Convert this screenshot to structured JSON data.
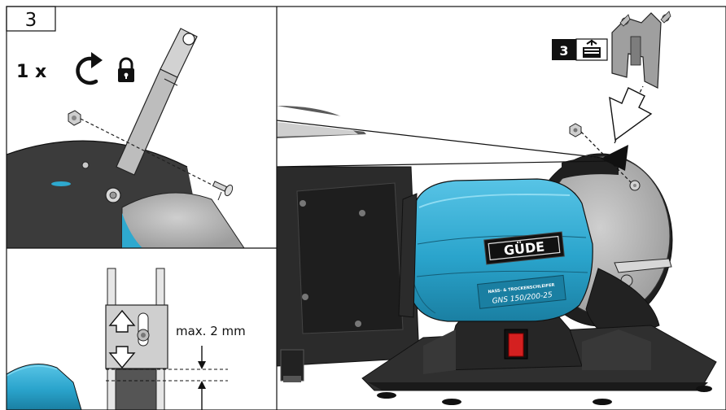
{
  "step": {
    "number": "3"
  },
  "instruction": {
    "count": "1 x"
  },
  "parts_badge": {
    "number": "3"
  },
  "adjustment": {
    "label": "max. 2 mm"
  },
  "machine": {
    "brand": "GÜDE",
    "plate_line1": "NASS- & TROCKENSCHLEIFER",
    "plate_line2": "GNS 150/200-25"
  },
  "colors": {
    "motor_blue": "#2ea9cf",
    "housing_dark": "#2b2b2b",
    "base_dark": "#3a3a3a",
    "wheel_grey": "#b5b5b5",
    "bracket_grey": "#9a9a9a",
    "switch_red": "#d42020",
    "outline": "#111111"
  }
}
